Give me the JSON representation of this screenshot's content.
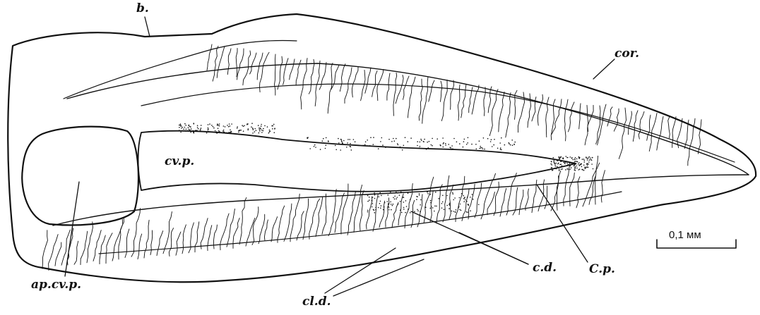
{
  "labels": {
    "b": "b.",
    "cor": "cor.",
    "cv_p": "cv.p.",
    "ap_cv_p": "ap.cv.p.",
    "c_d": "c.d.",
    "C_p": "C.p.",
    "cl_d": "cl.d."
  },
  "scale_bar": {
    "text": "0,1 мм"
  },
  "colors": {
    "ink": "#111111",
    "paper": "#ffffff"
  }
}
